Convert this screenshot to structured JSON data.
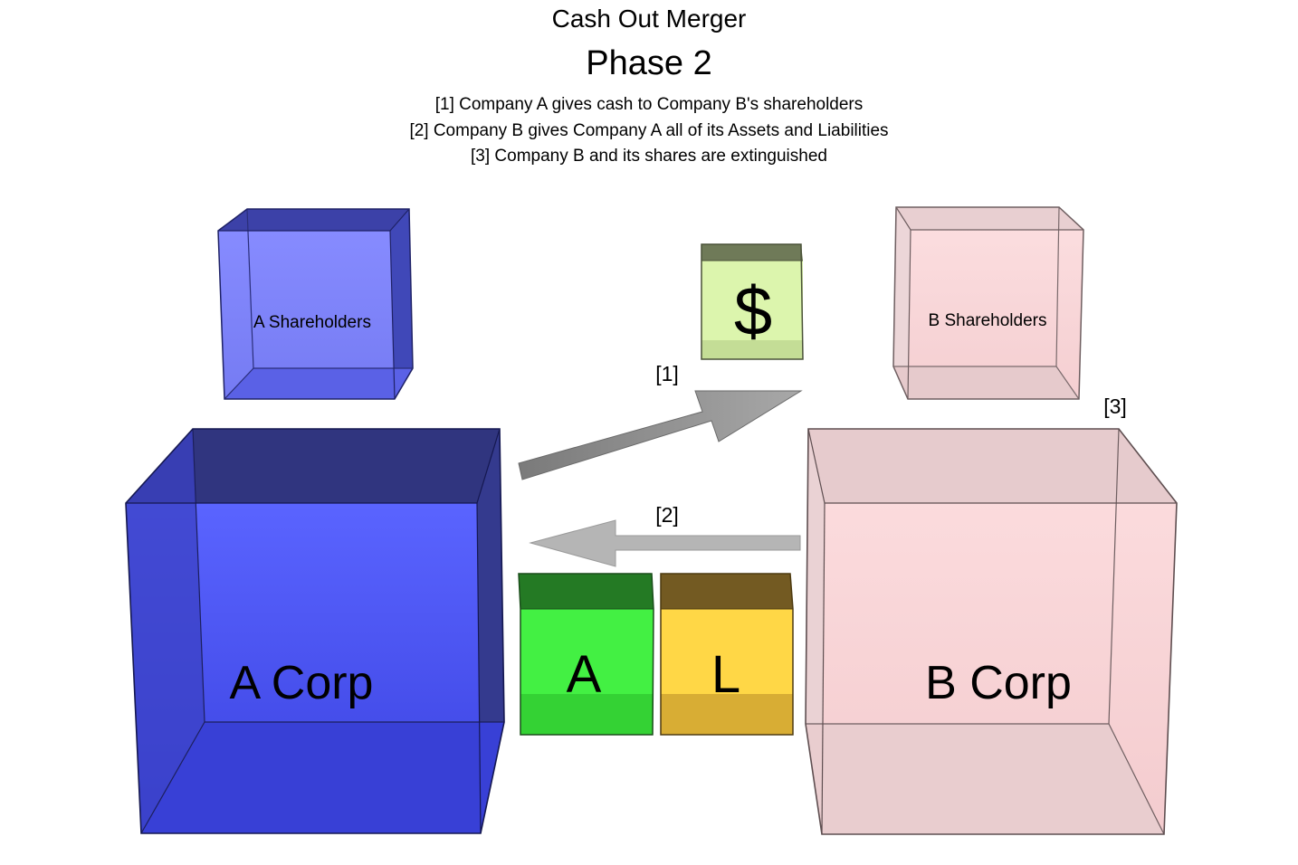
{
  "title": "Cash Out Merger",
  "subtitle": "Phase 2",
  "steps": [
    "[1] Company A gives cash to Company B's shareholders",
    "[2] Company B gives Company A all of its Assets and Liabilities",
    "[3] Company B and its shares are extinguished"
  ],
  "a_shareholders": {
    "label": "A Shareholders"
  },
  "b_shareholders": {
    "label": "B Shareholders"
  },
  "a_corp": {
    "label": "A Corp"
  },
  "b_corp": {
    "label": "B Corp"
  },
  "cash_box": {
    "label": "$"
  },
  "assets_box": {
    "label": "A"
  },
  "liabilities_box": {
    "label": "L"
  },
  "arrow_markers": {
    "one": "[1]",
    "two": "[2]",
    "three": "[3]"
  },
  "colors": {
    "a_entity": "#4f5cff",
    "b_entity": "#f8d6d8",
    "cash": "#d9f5a8",
    "assets": "#3ae83a",
    "liabilities": "#ffd23a",
    "arrow": "#8c8c8c"
  }
}
